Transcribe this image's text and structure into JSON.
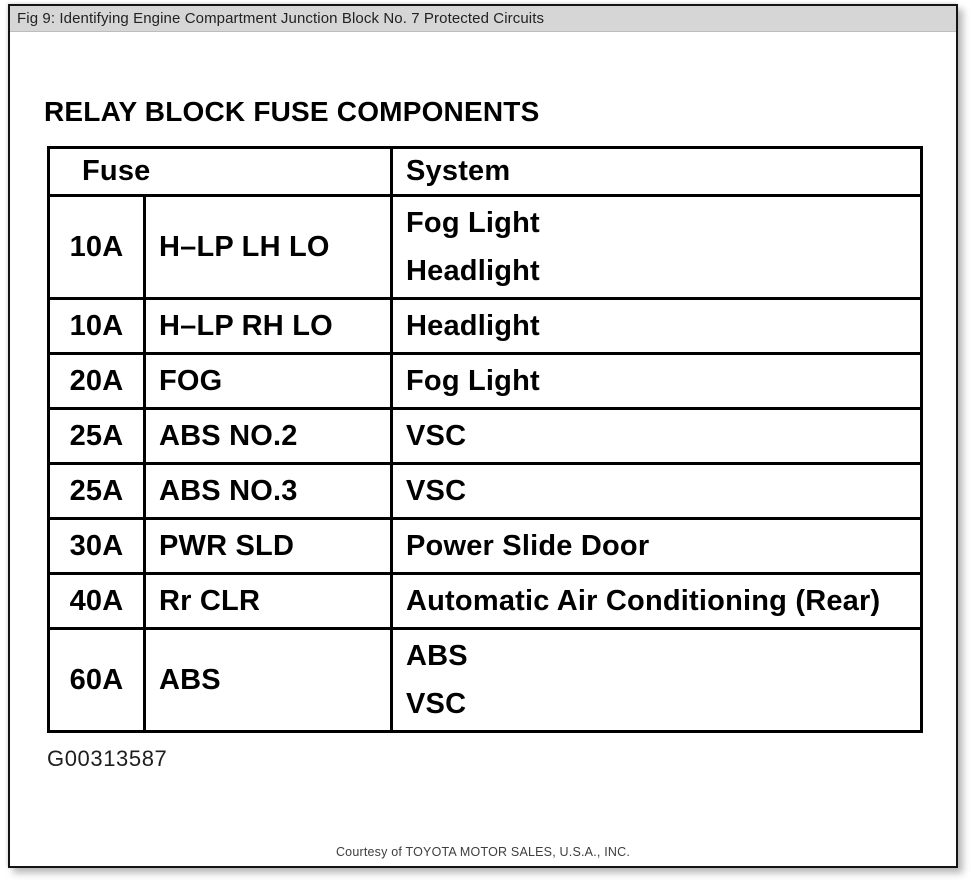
{
  "window": {
    "title": "Fig 9: Identifying Engine Compartment Junction Block No. 7 Protected Circuits"
  },
  "document": {
    "heading": "RELAY BLOCK FUSE COMPONENTS",
    "figure_id": "G00313587",
    "footer": "Courtesy of TOYOTA MOTOR SALES, U.S.A., INC."
  },
  "table": {
    "headers": {
      "fuse": "Fuse",
      "system": "System"
    },
    "rows": [
      {
        "amp": "10A",
        "name": "H–LP LH LO",
        "systems": [
          "Fog Light",
          "Headlight"
        ]
      },
      {
        "amp": "10A",
        "name": "H–LP RH LO",
        "systems": [
          "Headlight"
        ]
      },
      {
        "amp": "20A",
        "name": "FOG",
        "systems": [
          "Fog Light"
        ]
      },
      {
        "amp": "25A",
        "name": "ABS NO.2",
        "systems": [
          "VSC"
        ]
      },
      {
        "amp": "25A",
        "name": "ABS NO.3",
        "systems": [
          "VSC"
        ]
      },
      {
        "amp": "30A",
        "name": "PWR SLD",
        "systems": [
          "Power Slide Door"
        ]
      },
      {
        "amp": "40A",
        "name": "Rr CLR",
        "systems": [
          "Automatic Air Conditioning (Rear)"
        ]
      },
      {
        "amp": "60A",
        "name": "ABS",
        "systems": [
          "ABS",
          "VSC"
        ]
      }
    ]
  }
}
